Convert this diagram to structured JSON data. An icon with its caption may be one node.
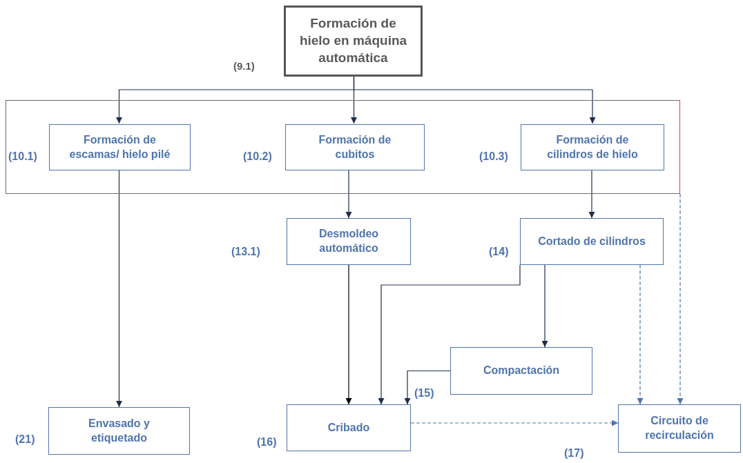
{
  "diagram": {
    "nodes": [
      {
        "text": [
          "Formación de hielo en máquina automática"
        ],
        "beside": [
          "(9.1)"
        ]
      },
      {
        "text": [],
        "shape": "box"
      },
      {
        "text": [
          "Formación de escamas/ hielo pilé"
        ],
        "in": 1,
        "beside": [
          "(10.1)"
        ]
      },
      {
        "text": [
          "Formación de cubitos"
        ],
        "in": 1,
        "beside": [
          "(10.2)"
        ]
      },
      {
        "text": [
          "Formación de cilindros de hielo"
        ],
        "in": 1,
        "beside": [
          "(10.3)"
        ]
      },
      {
        "text": [
          "Desmoldeo automático"
        ],
        "beside": [
          "(13.1)"
        ]
      },
      {
        "text": [
          "Cortado de cilindros"
        ],
        "beside": [
          "(14)"
        ]
      },
      {
        "text": [
          "Compactación"
        ]
      },
      {
        "text": [
          "Envasado y etiquetado"
        ],
        "beside": [
          "(21)"
        ]
      },
      {
        "text": [
          "Cribado"
        ],
        "beside": [
          "(16)"
        ]
      },
      {
        "text": [
          "Circuito de recirculación"
        ],
        "beside": [
          "(17)"
        ]
      }
    ],
    "edges": [
      {
        "from": 0,
        "to": 2,
        "arrow": "to"
      },
      {
        "from": 0,
        "to": 3,
        "arrow": "to"
      },
      {
        "from": 0,
        "to": 4,
        "arrow": "to"
      },
      {
        "from": 2,
        "to": 8,
        "arrow": "to"
      },
      {
        "from": 3,
        "to": 5,
        "arrow": "to"
      },
      {
        "from": 4,
        "to": 6,
        "arrow": "to"
      },
      {
        "from": 5,
        "to": 9,
        "arrow": "to",
        "color": "#000000"
      },
      {
        "from": 6,
        "to": 9,
        "arrow": "to"
      },
      {
        "from": 6,
        "to": 7,
        "arrow": "to"
      },
      {
        "from": 7,
        "to": 9,
        "arrow": "to"
      },
      {
        "from": 6,
        "to": 10,
        "arrow": "to",
        "style": "dashed",
        "color": "#4f74ac"
      },
      {
        "from": 1,
        "to": 10,
        "arrow": "to",
        "style": "dashed",
        "color": "#4f74ac"
      },
      {
        "from": 9,
        "to": 10,
        "arrow": "to",
        "style": "dashed",
        "color": "#4f74ac"
      }
    ],
    "labels": [
      "(15)"
    ]
  }
}
